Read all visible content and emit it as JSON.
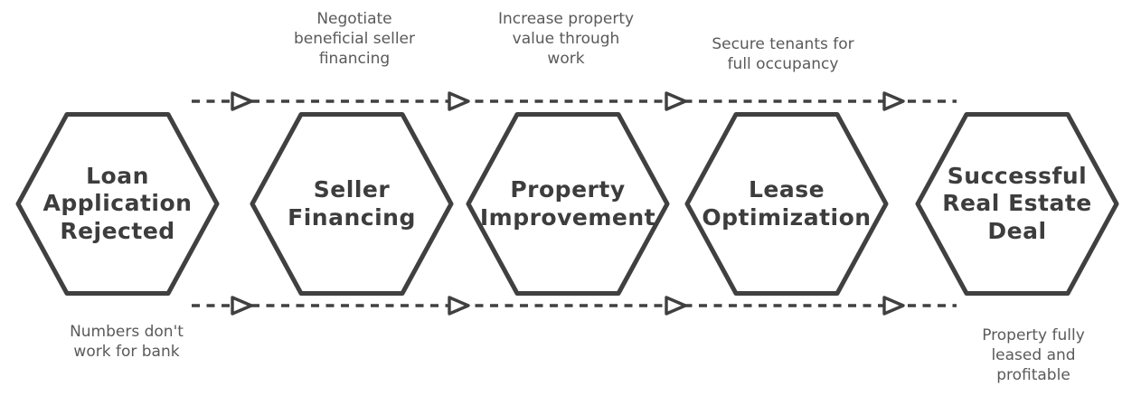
{
  "diagram": {
    "type": "flowchart",
    "colors": {
      "background": "#ffffff",
      "stroke": "#404040",
      "node_text": "#3d3d3d",
      "annotation_text": "#5a5a5a"
    },
    "nodes": [
      {
        "id": "loan-application-rejected",
        "label": "Loan\nApplication\nRejected"
      },
      {
        "id": "seller-financing",
        "label": "Seller\nFinancing"
      },
      {
        "id": "property-improvement",
        "label": "Property\nImprovement"
      },
      {
        "id": "lease-optimization",
        "label": "Lease\nOptimization"
      },
      {
        "id": "successful-real-estate-deal",
        "label": "Successful\nReal Estate\nDeal"
      }
    ],
    "annotations": {
      "top": [
        {
          "id": "negotiate-seller-financing",
          "label": "Negotiate\nbeneficial seller\nfinancing"
        },
        {
          "id": "increase-property-value",
          "label": "Increase property\nvalue through\nwork"
        },
        {
          "id": "secure-tenants",
          "label": "Secure tenants for\nfull occupancy"
        }
      ],
      "bottom": [
        {
          "id": "numbers-dont-work",
          "label": "Numbers don't\nwork for bank"
        },
        {
          "id": "property-fully-leased",
          "label": "Property fully\nleased and\nprofitable"
        }
      ]
    }
  }
}
